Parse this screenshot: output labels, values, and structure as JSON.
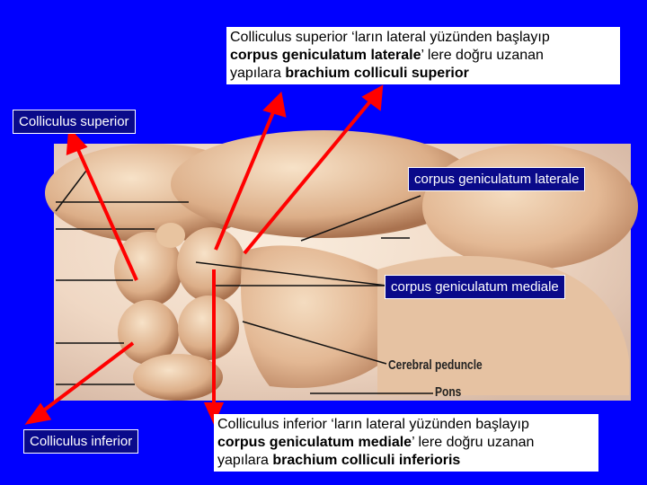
{
  "top_note": {
    "line1": "Colliculus superior ‘ların lateral yüzünden başlayıp",
    "line2_bold": "corpus geniculatum laterale",
    "line2_rest": "’ lere doğru uzanan",
    "line3_prefix": "yapılara ",
    "line3_bold": "brachium colliculi superior"
  },
  "bottom_note": {
    "line1": "Colliculus inferior ‘ların lateral yüzünden başlayıp",
    "line2_bold": "corpus geniculatum mediale",
    "line2_rest": "’ lere doğru uzanan",
    "line3_prefix": "yapılara ",
    "line3_bold": "brachium colliculi inferioris"
  },
  "labels": {
    "colliculus_superior": "Colliculus superior",
    "colliculus_inferior": "Colliculus inferior",
    "cgl": "corpus geniculatum laterale",
    "cgm": "corpus geniculatum mediale",
    "cerebral_peduncle": "Cerebral peduncle",
    "pons": "Pons"
  },
  "colors": {
    "background": "#0000ff",
    "arrow": "#ff0000",
    "label_box": "#0a0a8a"
  }
}
